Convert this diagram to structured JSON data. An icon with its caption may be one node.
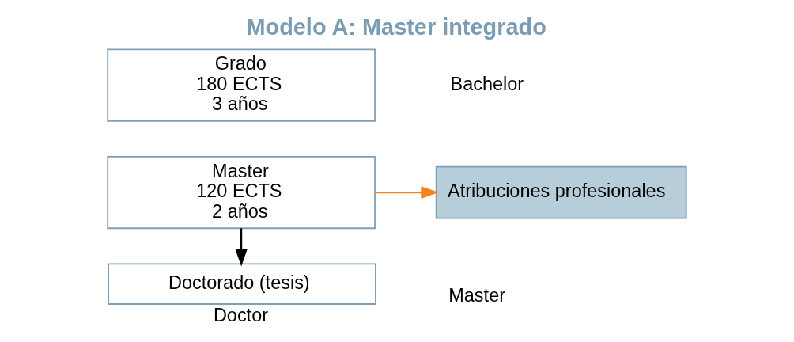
{
  "diagram": {
    "title": "Modelo A: Master integrado",
    "nodes": [
      {
        "text": [
          "Grado",
          "180 ECTS",
          "3 años"
        ]
      },
      {
        "text": [
          "Master",
          "120 ECTS",
          "2 años"
        ]
      },
      {
        "text": [
          "Doctorado (tesis)"
        ],
        "beside": [
          "Doctor"
        ]
      },
      {
        "text": [
          "Atribuciones profesionales"
        ]
      }
    ],
    "edges": [
      {
        "from": 1,
        "to": 2,
        "arrow": "to"
      },
      {
        "from": 1,
        "to": 3,
        "arrow": "to",
        "color": "#f5821f"
      }
    ],
    "labels": [
      "Bachelor",
      "Master"
    ]
  }
}
